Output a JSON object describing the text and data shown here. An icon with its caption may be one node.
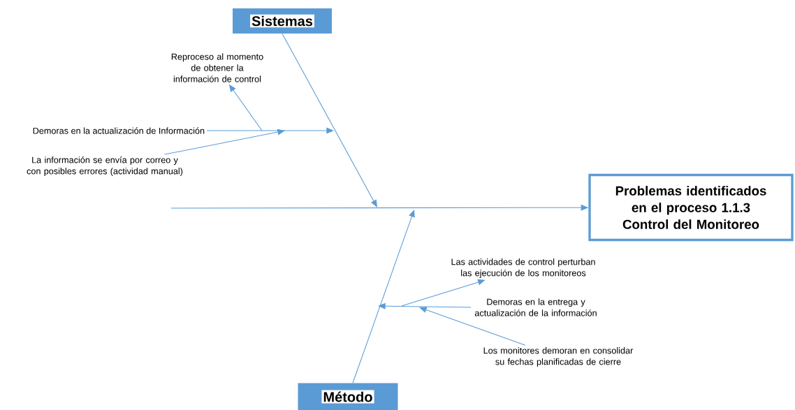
{
  "diagram": {
    "nodes": [
      {
        "text": [
          "Sistemas"
        ]
      },
      {
        "text": [
          "Reproceso al momento de obtener la información de control"
        ]
      },
      {
        "text": [
          "Demoras en la actualización de Información"
        ]
      },
      {
        "text": [
          "La información se envía por correo y con posibles errores (actividad manual)"
        ]
      },
      {
        "text": [
          "Problemas identificados en el proceso 1.1.3 Control del Monitoreo"
        ]
      },
      {
        "text": [
          "Las actividades de control perturban las ejecución de los monitoreos"
        ]
      },
      {
        "text": [
          "Demoras en la entrega y actualización de la información"
        ]
      },
      {
        "text": [
          "Los monitores demoran en consolidar su fechas planificadas de cierre"
        ]
      },
      {
        "text": [
          "Método"
        ]
      }
    ],
    "edges": [
      {
        "from": 0,
        "to": null,
        "arrow": "to"
      },
      {
        "from": null,
        "to": 4,
        "arrow": "to"
      },
      {
        "from": 2,
        "to": null,
        "arrow": "to"
      },
      {
        "from": null,
        "to": 1,
        "arrow": "to"
      },
      {
        "from": 3,
        "to": null,
        "arrow": "to"
      },
      {
        "from": 8,
        "to": null,
        "arrow": "to"
      },
      {
        "from": 6,
        "to": null,
        "arrow": "to"
      },
      {
        "from": null,
        "to": 5,
        "arrow": "to"
      },
      {
        "from": 7,
        "to": null,
        "arrow": "to"
      }
    ]
  }
}
